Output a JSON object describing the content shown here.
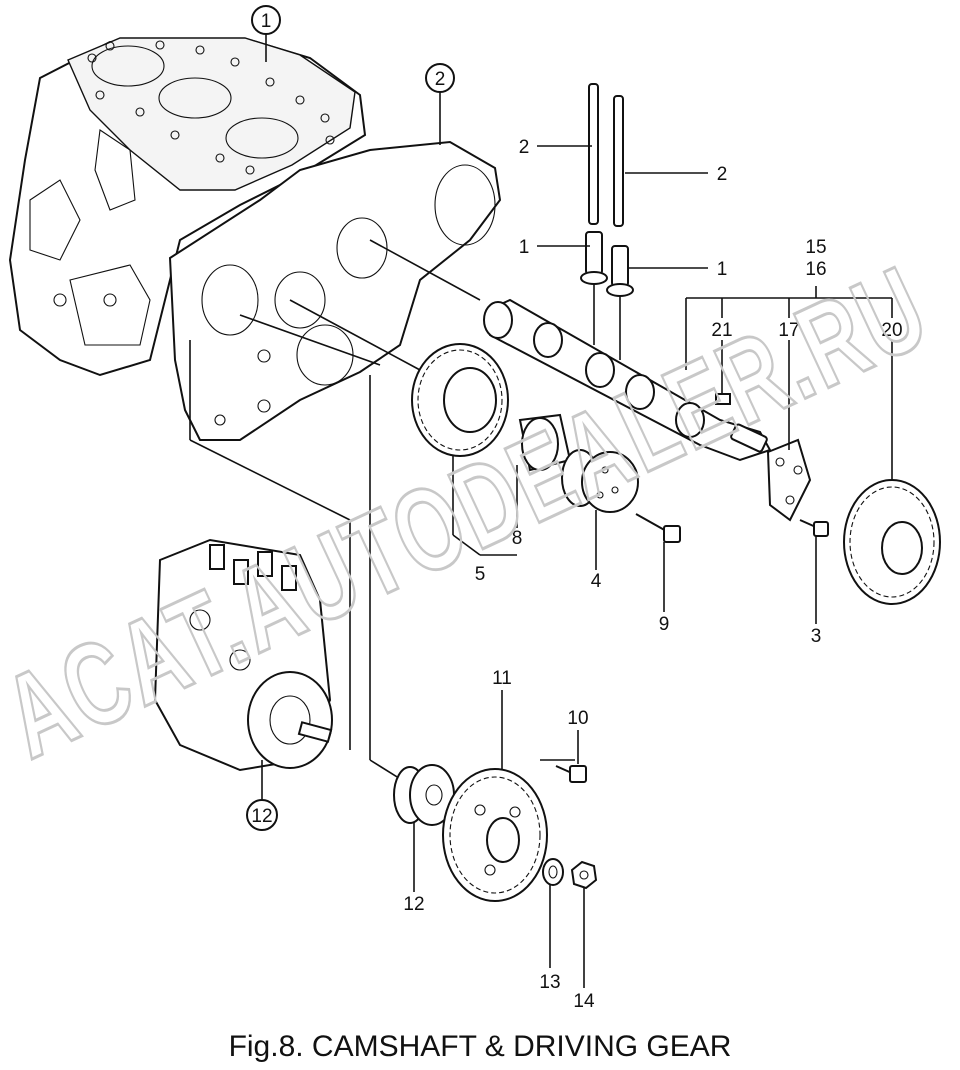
{
  "caption": "Fig.8.  CAMSHAFT & DRIVING GEAR",
  "watermark": "ACAT.AUTODEALER.RU",
  "callouts": {
    "c1": "1",
    "c2": "2",
    "p2a": "2",
    "p2b": "2",
    "p1a": "1",
    "p1b": "1",
    "p15": "15",
    "p16": "16",
    "p21": "21",
    "p17": "17",
    "p20": "20",
    "p8": "8",
    "p5": "5",
    "p4": "4",
    "p9": "9",
    "p3": "3",
    "p11": "11",
    "p10": "10",
    "c12": "12",
    "p12": "12",
    "p13": "13",
    "p14": "14"
  },
  "parts": [
    "cylinder-block",
    "gear-case",
    "push-rod",
    "tappet",
    "camshaft",
    "crankshaft-gear",
    "bushing",
    "thrust-plate-cap",
    "bolt",
    "thrust-plate",
    "bolt-small",
    "camshaft-gear",
    "fuel-injection-pump",
    "pump-coupling",
    "pump-drive-gear",
    "bolt-pump",
    "washer",
    "nut",
    "key"
  ]
}
